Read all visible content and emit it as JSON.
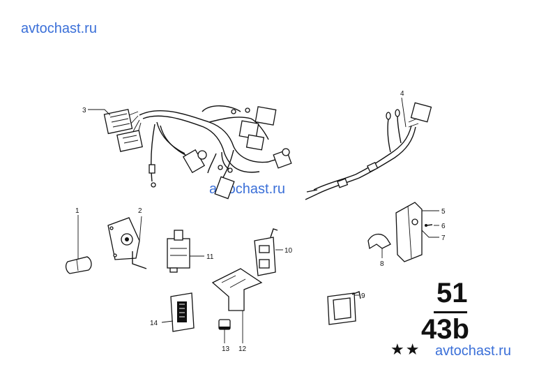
{
  "watermarks": [
    "avtochast.ru",
    "avtochast.ru",
    "avtochast.ru"
  ],
  "part_labels": [
    "1",
    "2",
    "3",
    "4",
    "5",
    "6",
    "7",
    "8",
    "9",
    "10",
    "11",
    "12",
    "13",
    "14"
  ],
  "group_number": {
    "top": "51",
    "bottom": "43b"
  },
  "rating": "★★"
}
